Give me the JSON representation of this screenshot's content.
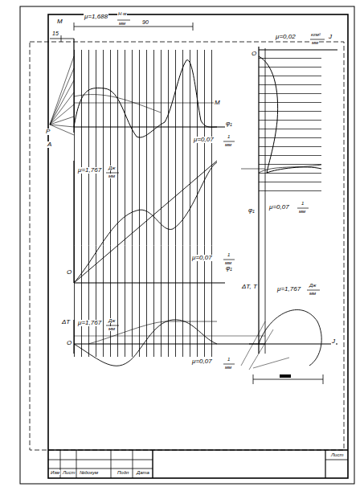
{
  "diagram": {
    "labels": [
      "μ=1,688",
      "Н·м",
      "мм",
      "90",
      "15",
      "M",
      "M",
      "P",
      "A",
      "φ₁",
      "μ=0,07",
      "1",
      "мм",
      "μ=1,767",
      "Дж",
      "мм",
      "μ=0,07",
      "1",
      "мм",
      "O",
      "φ₁",
      "ΔT",
      "μ=1,767",
      "Дж",
      "мм",
      "O",
      "μ=0,07",
      "1",
      "мм",
      "μ=0,02",
      "кгм²",
      "мм",
      "J",
      "O",
      "φ₁",
      "μ=0,07",
      "1",
      "мм",
      "ΔT, T",
      "μ=1,767",
      "Дж",
      "мм",
      "J",
      "Изм",
      "Лист",
      "№докум",
      "Подп",
      "Дата",
      "Лист"
    ]
  }
}
